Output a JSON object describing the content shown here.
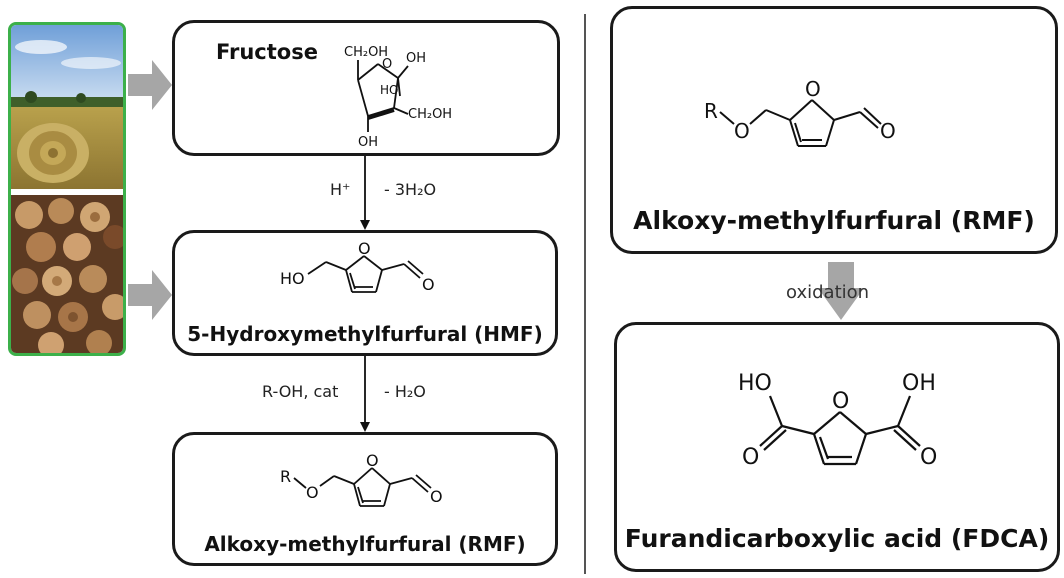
{
  "feedstock": {
    "images": [
      "hay-bale-field-photo",
      "cut-logs-photo"
    ]
  },
  "left": {
    "box1": {
      "title": "Fructose",
      "atoms": {
        "ch2oh_top": "CH₂OH",
        "oh_tr": "OH",
        "ho_in": "HO",
        "ch2oh_r": "CH₂OH",
        "oh_b": "OH",
        "o_ring": "O"
      }
    },
    "step1": {
      "left": "H⁺",
      "right": "- 3H₂O"
    },
    "box2": {
      "label": "5-Hydroxymethylfurfural (HMF)",
      "atoms": {
        "ho": "HO",
        "o_ring": "O",
        "o_ald": "O"
      }
    },
    "step2": {
      "left": "R-OH, cat",
      "right": "- H₂O"
    },
    "box3": {
      "label": "Alkoxy-methylfurfural (RMF)",
      "atoms": {
        "r": "R",
        "o_ether": "O",
        "o_ring": "O",
        "o_ald": "O"
      }
    }
  },
  "right": {
    "box1": {
      "label": "Alkoxy-methylfurfural (RMF)",
      "atoms": {
        "r": "R",
        "o_ether": "O",
        "o_ring": "O",
        "o_ald": "O"
      }
    },
    "step": {
      "label": "oxidation"
    },
    "box2": {
      "label": "Furandicarboxylic acid (FDCA)",
      "atoms": {
        "ho": "HO",
        "oh": "OH",
        "o_ring": "O",
        "o_left": "O",
        "o_right": "O"
      }
    }
  },
  "colors": {
    "frame_green": "#3cb04a",
    "arrow_gray": "#a6a6a6",
    "box_border": "#1a1a1a"
  }
}
